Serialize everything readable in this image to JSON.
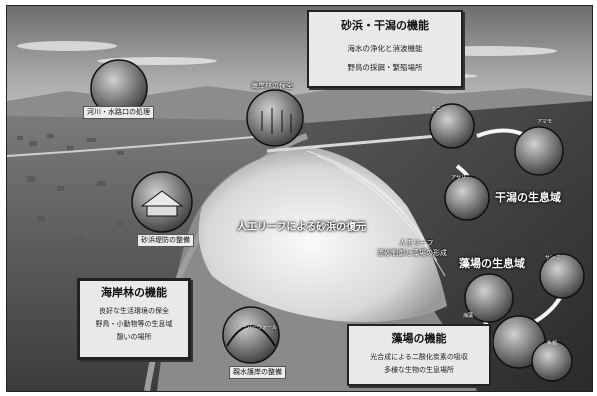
{
  "sand_tidal_box": {
    "title": "砂浜・干潟の機能",
    "lines": [
      "海水の浄化と消波機能",
      "野鳥の採餌・繁殖場所"
    ]
  },
  "coastal_forest_box": {
    "title": "海岸林の機能",
    "lines": [
      "良好な生活環境の保全",
      "野鳥・小動物等の生息域",
      "憩いの場所"
    ]
  },
  "seaweed_box": {
    "title": "藻場の機能",
    "lines": [
      "光合成による二酸化炭素の吸収",
      "多様な生物の生息場所"
    ]
  },
  "labels": {
    "river_estuary": "河川・水路口の処理",
    "coastal_forest_conservation": "海岸林の保全",
    "sand_dune": "砂浜堤防の整備",
    "revetment": "親水護岸の整備",
    "artificial_reef": "人工リーフによる砂浜の復元",
    "reef_note_1": "人工リーフ",
    "reef_note_2": "漂砂制御と藻場の形成",
    "tidal_habitat": "干潟の生息域",
    "seaweed_habitat": "藻場の生息域"
  },
  "small_tags": {
    "tag_a": "アマモ",
    "tag_b": "カニ",
    "tag_c": "アサリ",
    "tag_d": "サンゴ",
    "tag_e": "海藻",
    "tag_f": "魚類",
    "tag_g": "オーバーウォール"
  }
}
